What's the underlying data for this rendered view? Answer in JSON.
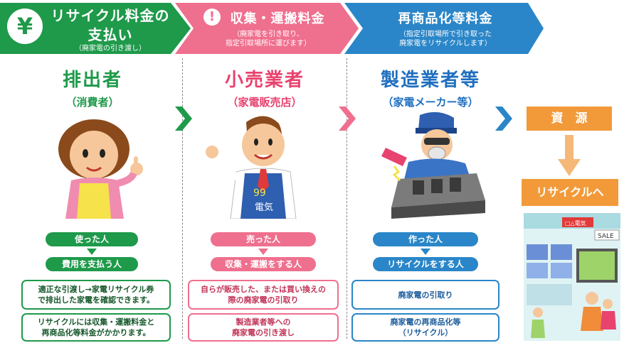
{
  "banner": {
    "pay": {
      "icon": "yen-icon",
      "title_line1": "リサイクル料金の",
      "title_line2": "支払い",
      "note": "（廃家電の引き渡し）",
      "color": "#1e9a4a"
    },
    "collect": {
      "icon": "exclamation-icon",
      "title": "収集・運搬料金",
      "note_line1": "（廃家電を引き取り、",
      "note_line2": "指定引取場所に運びます）",
      "color": "#ef6f8e"
    },
    "remanufacture": {
      "title": "再商品化等料金",
      "note_line1": "（指定引取場所で引き取った",
      "note_line2": "廃家電をリサイクルします）",
      "color": "#2a86c8"
    }
  },
  "columns": [
    {
      "name": "排出者",
      "paren": "（消費者）",
      "color": "#1e9a4a",
      "pill_top": "使った人",
      "pill_bottom": "費用を支払う人",
      "box1_line1": "適正な引渡し→家電リサイクル券",
      "box1_line2": "で排出した家電を確認できます。",
      "box2_line1": "リサイクルには収集・運搬料金と",
      "box2_line2": "再商品化等料金がかかります。"
    },
    {
      "name": "小売業者",
      "paren": "（家電販売店）",
      "color": "#e8436f",
      "pill_top": "売った人",
      "pill_bottom": "収集・運搬をする人",
      "box1_line1": "自らが販売した、または買い換えの",
      "box1_line2": "際の廃家電の引取り",
      "box2_line1": "製造業者等への",
      "box2_line2": "廃家電の引き渡し"
    },
    {
      "name": "製造業者等",
      "paren": "（家電メーカー等）",
      "color": "#1f6fbf",
      "pill_top": "作った人",
      "pill_bottom": "リサイクルをする人",
      "box1_line1": "廃家電の引取り",
      "box1_line2": "",
      "box2_line1": "廃家電の再商品化等",
      "box2_line2": "（リサイクル）"
    }
  ],
  "resource": {
    "label": "資　源",
    "recycle_label": "リサイクルへ",
    "color": "#f29a3a"
  },
  "illustrations": {
    "apron_text_line1": "99",
    "apron_text_line2": "電気",
    "store_sign": "SALE",
    "store_sign2": "□△電気"
  }
}
